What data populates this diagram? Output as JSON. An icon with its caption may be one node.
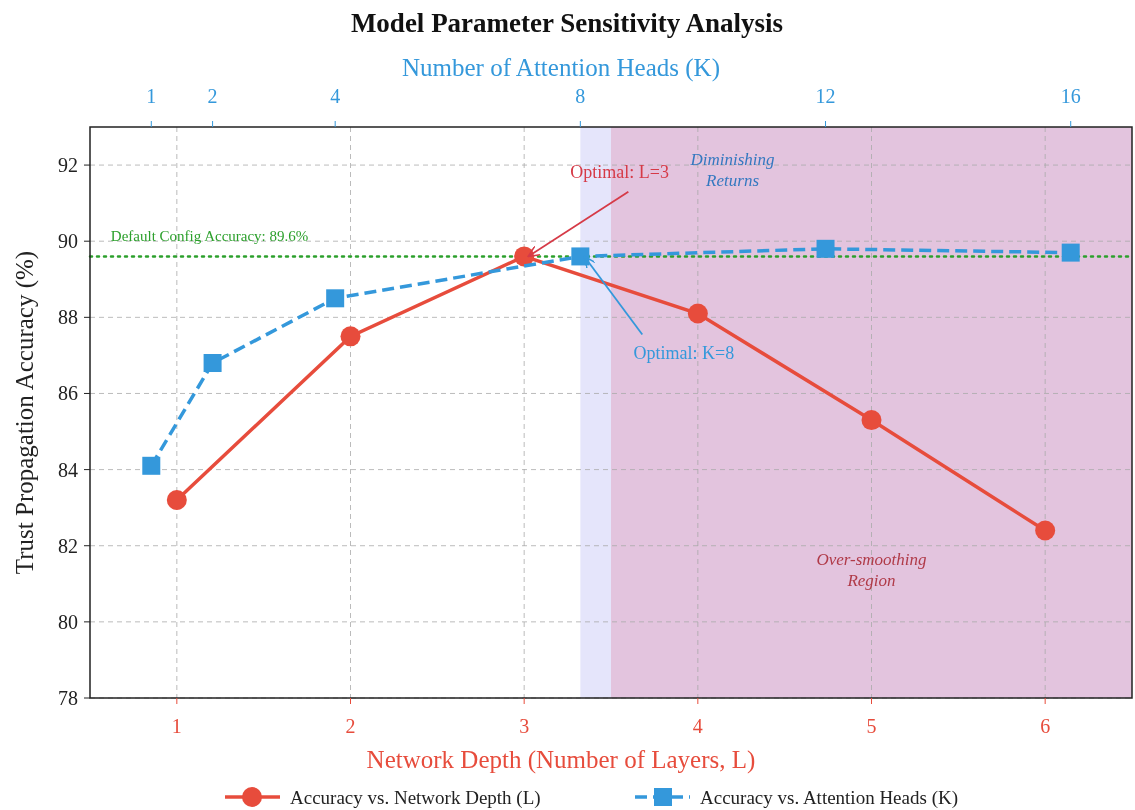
{
  "diagram": {
    "title": "Model Parameter Sensitivity Analysis",
    "chart_data": {
      "type": "line",
      "xlabel": "Network Depth (Number of Layers, L)",
      "ylabel": "Trust Propagation Accuracy (%)",
      "x2label": "Number of Attention Heads (K)",
      "x": [
        1,
        2,
        3,
        4,
        5,
        6
      ],
      "xlim": [
        0.5,
        6.5
      ],
      "xticks": [
        1,
        2,
        3,
        4,
        5,
        6
      ],
      "x2lim": [
        0,
        17
      ],
      "x2ticks": [
        1,
        2,
        4,
        8,
        12,
        16
      ],
      "ylim": [
        78,
        93
      ],
      "yticks": [
        78,
        80,
        82,
        84,
        86,
        88,
        90,
        92
      ],
      "series": [
        {
          "name": "Accuracy vs. Network Depth (L)",
          "color": "#e74c3c",
          "marker": "circle",
          "line_style": "solid",
          "values": [
            83.2,
            87.5,
            89.6,
            88.1,
            85.3,
            82.4
          ]
        },
        {
          "name": "Accuracy vs. Attention Heads (K)",
          "color": "#3498db",
          "marker": "square",
          "line_style": "dashed",
          "axis": "x2",
          "x": [
            1,
            2,
            4,
            8,
            12,
            16
          ],
          "values": [
            84.1,
            86.8,
            88.5,
            89.6,
            89.8,
            89.7
          ]
        }
      ],
      "grid": true,
      "legend": true,
      "ref_lines": [
        {
          "axis": "y",
          "value": 89.6,
          "label": "Default Config Accuracy: 89.6%",
          "color": "#2ca02c"
        }
      ],
      "bands": [
        {
          "axis": "x2",
          "from": 8,
          "to": 17,
          "color": "#e2e2fb"
        },
        {
          "axis": "x",
          "from": 3.5,
          "to": 6.5,
          "color": "#e2c0da"
        }
      ],
      "annotations": [
        "Optimal: L=3",
        "Optimal: K=8",
        "Diminishing Returns",
        "Over-smoothing Region"
      ]
    }
  }
}
